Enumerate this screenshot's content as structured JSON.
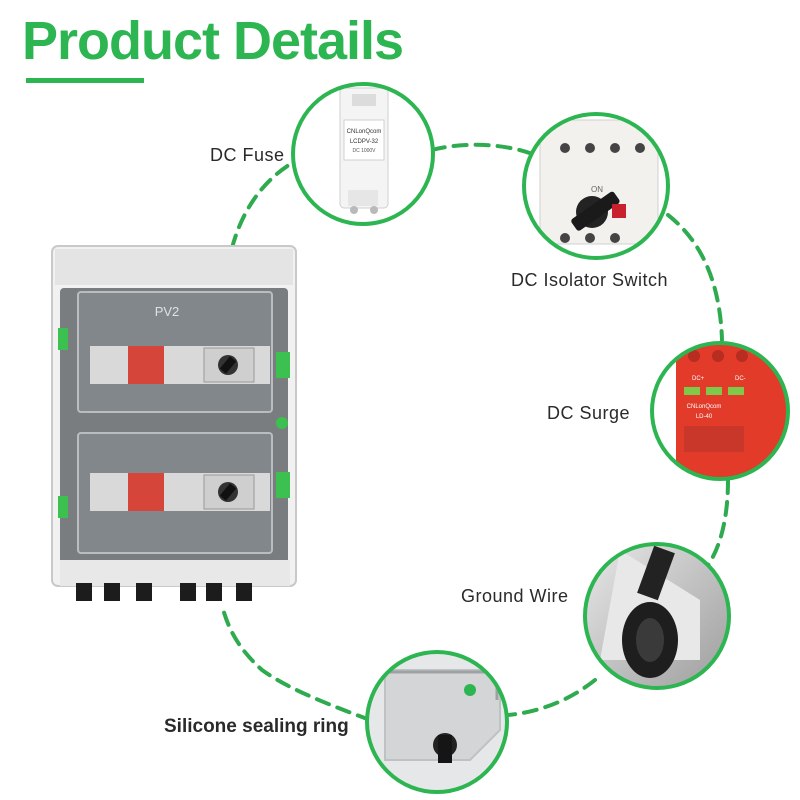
{
  "title": "Product Details",
  "panel_label": "PV2",
  "callouts": [
    {
      "label": "DC Fuse"
    },
    {
      "label": "DC Isolator Switch"
    },
    {
      "label": "DC Surge"
    },
    {
      "label": "Ground Wire"
    },
    {
      "label": "Silicone sealing ring"
    }
  ],
  "fuse_text": [
    "CNLonQcom",
    "LCDPV-32",
    "DC 1000V"
  ],
  "surge_text": [
    "DC+",
    "DC-",
    "CNLonQcom",
    "LD-40"
  ],
  "isolator_text": "ON",
  "colors": {
    "accent_green": "#2db552",
    "dashed_line": "#2eaa4f",
    "surge_red": "#e23b2a"
  }
}
